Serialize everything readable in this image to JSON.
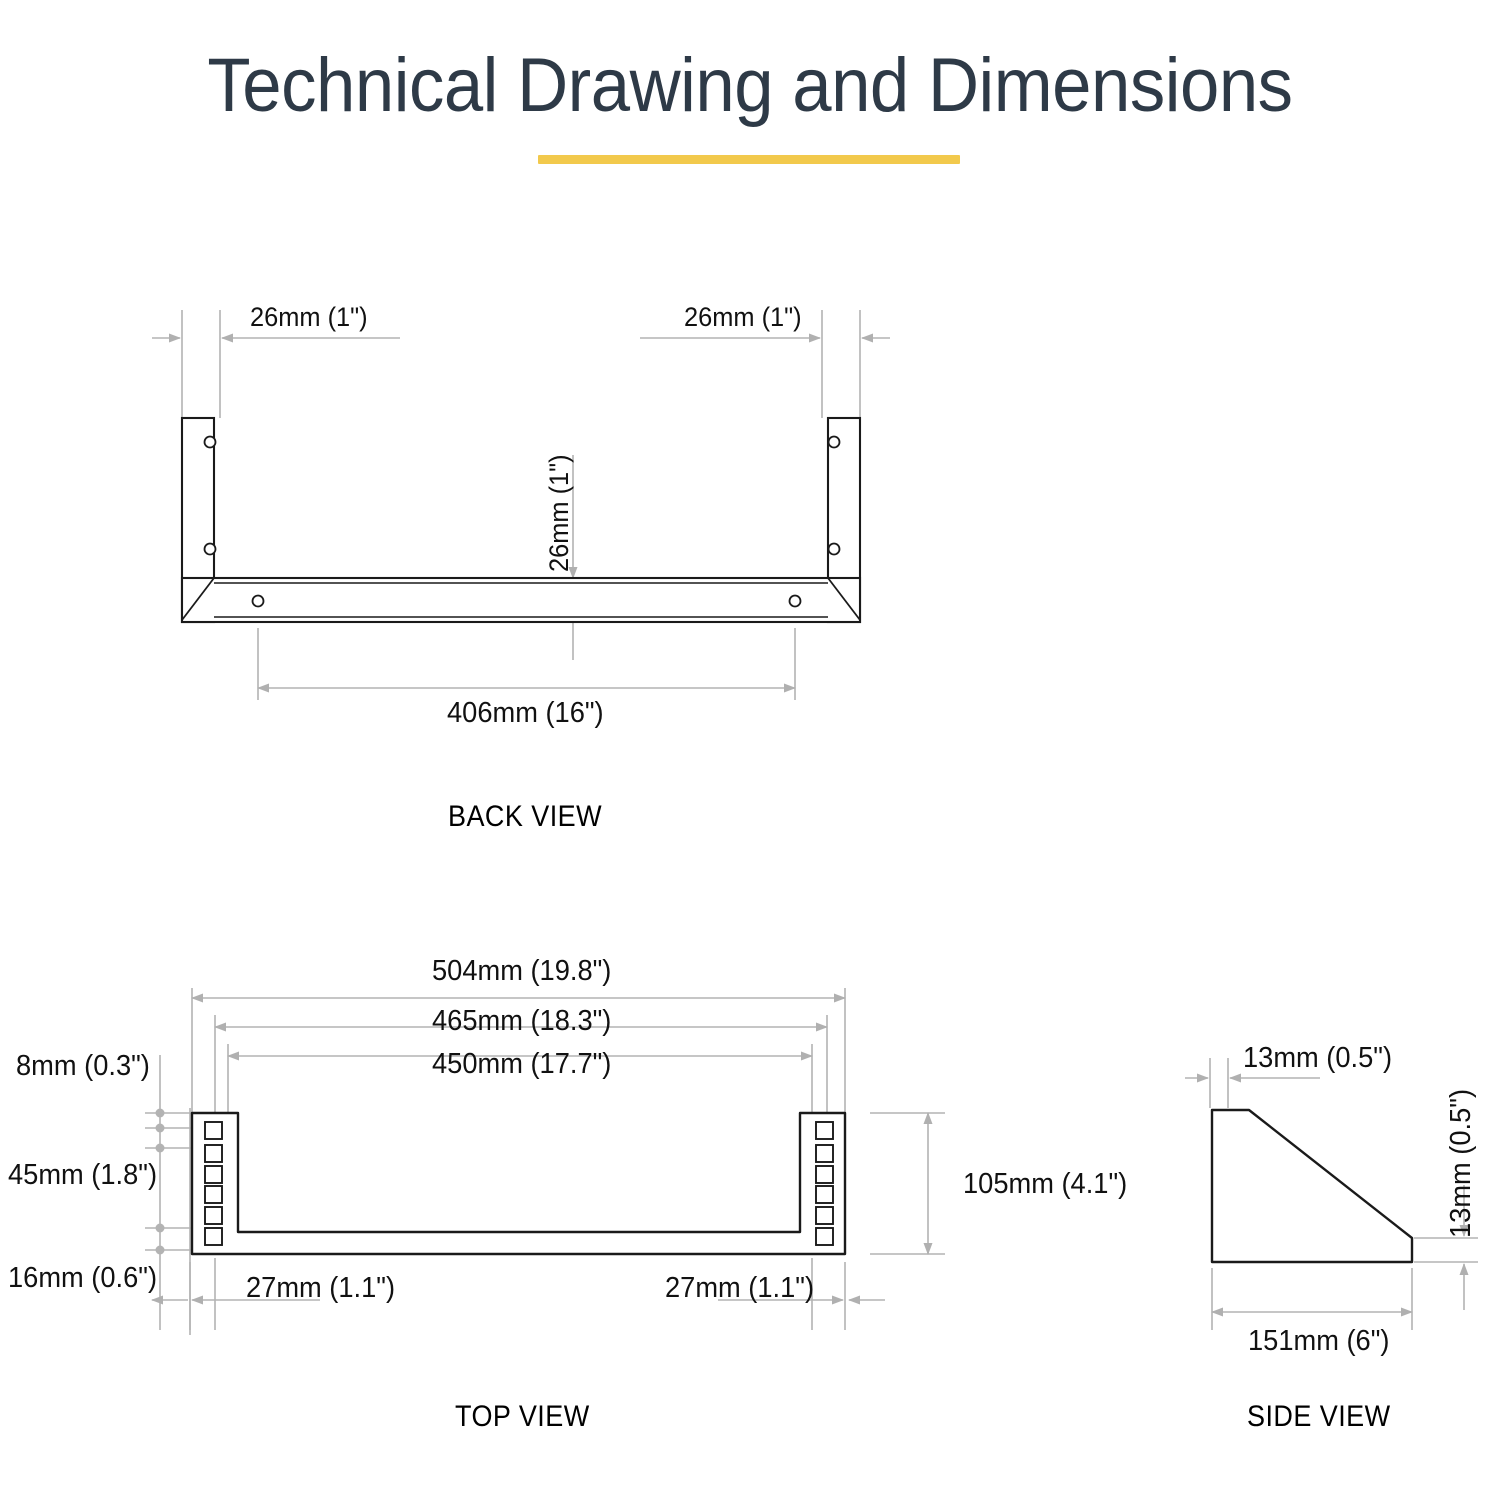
{
  "header": {
    "title": "Technical Drawing and Dimensions",
    "title_color": "#2e3a47",
    "accent_rule_color": "#f2c94c"
  },
  "drawing": {
    "line_color": "#1a1a1a",
    "dimension_line_color": "#b3b3b3",
    "background": "#ffffff"
  },
  "views": {
    "back": {
      "label": "BACK VIEW",
      "dimensions": {
        "left_flange_width": "26mm (1\")",
        "right_flange_width": "26mm (1\")",
        "shelf_depth_vertical": "26mm (1\")",
        "overall_width": "406mm (16\")"
      }
    },
    "top": {
      "label": "TOP VIEW",
      "dimensions": {
        "overall_width": "504mm (19.8\")",
        "mounting_hole_span": "465mm (18.3\")",
        "inner_width": "450mm (17.7\")",
        "edge_offset": "8mm (0.3\")",
        "hole_group_height": "45mm (1.8\")",
        "bottom_offset": "16mm (0.6\")",
        "left_post_width": "27mm (1.1\")",
        "right_post_width": "27mm (1.1\")",
        "depth": "105mm (4.1\")"
      }
    },
    "side": {
      "label": "SIDE VIEW",
      "dimensions": {
        "thickness_top": "13mm (0.5\")",
        "thickness_edge": "13mm (0.5\")",
        "depth": "151mm (6\")"
      }
    }
  }
}
